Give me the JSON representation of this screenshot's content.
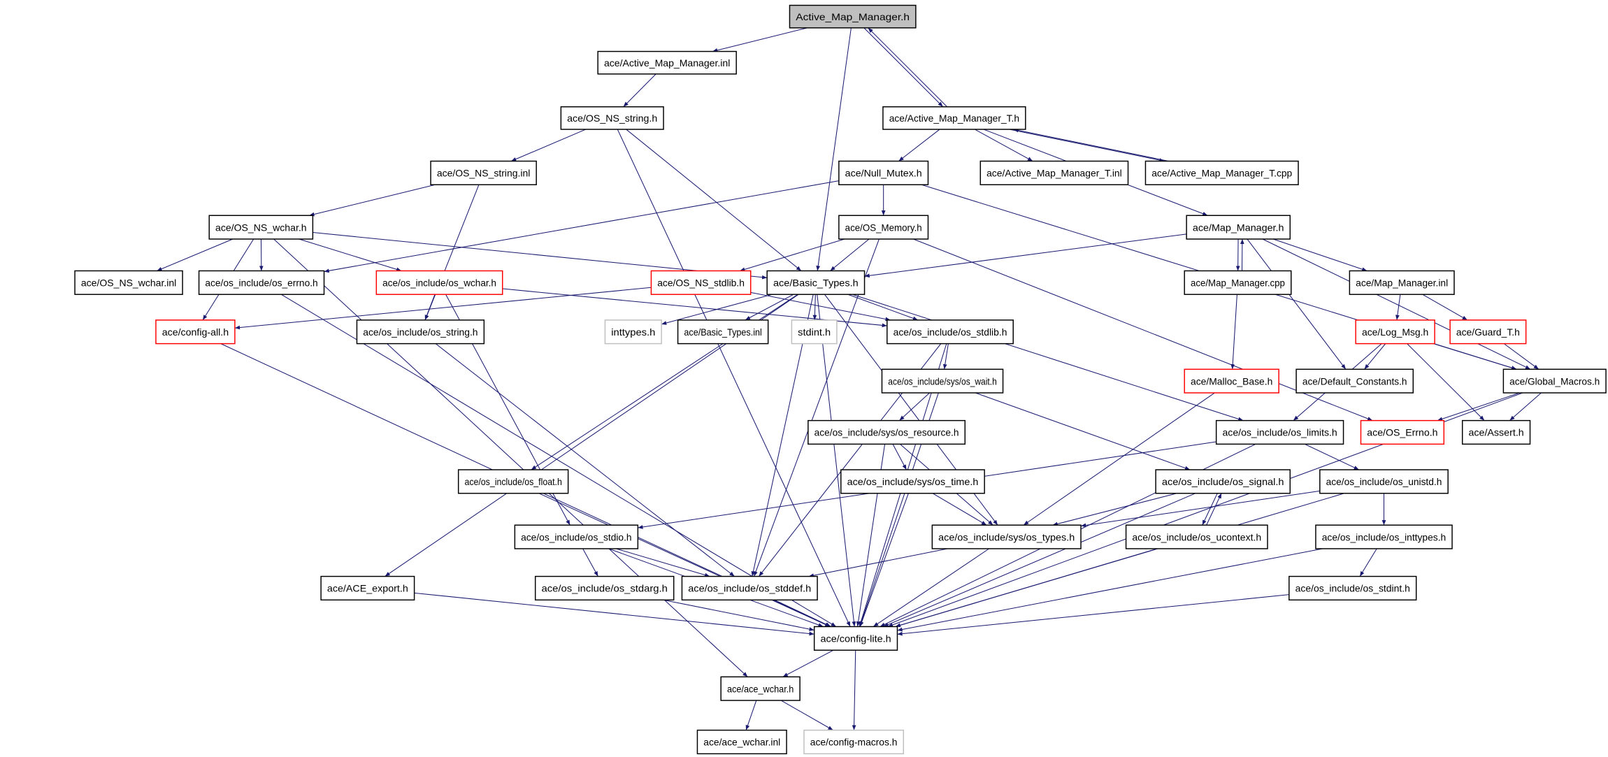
{
  "colors": {
    "edge": "#191970",
    "root_fill": "#bfbfbf",
    "incomplete_border": "#ff0000",
    "external_border": "#bfbfbf"
  },
  "graph": {
    "nodes": [
      {
        "id": "amm_h",
        "label": "Active_Map_Manager.h",
        "kind": "root"
      },
      {
        "id": "amm_inl",
        "label": "ace/Active_Map_Manager.inl",
        "kind": "normal"
      },
      {
        "id": "ns_string_h",
        "label": "ace/OS_NS_string.h",
        "kind": "normal"
      },
      {
        "id": "ns_string_inl",
        "label": "ace/OS_NS_string.inl",
        "kind": "normal"
      },
      {
        "id": "ns_wchar_h",
        "label": "ace/OS_NS_wchar.h",
        "kind": "normal"
      },
      {
        "id": "ns_wchar_inl",
        "label": "ace/OS_NS_wchar.inl",
        "kind": "normal"
      },
      {
        "id": "os_errno",
        "label": "ace/os_include/os_errno.h",
        "kind": "normal"
      },
      {
        "id": "os_wchar",
        "label": "ace/os_include/os_wchar.h",
        "kind": "red"
      },
      {
        "id": "ns_stdlib",
        "label": "ace/OS_NS_stdlib.h",
        "kind": "red"
      },
      {
        "id": "basic_types",
        "label": "ace/Basic_Types.h",
        "kind": "normal"
      },
      {
        "id": "config_all",
        "label": "ace/config-all.h",
        "kind": "red"
      },
      {
        "id": "os_string",
        "label": "ace/os_include/os_string.h",
        "kind": "normal"
      },
      {
        "id": "inttypes",
        "label": "inttypes.h",
        "kind": "gray"
      },
      {
        "id": "basic_types_inl",
        "label": "ace/Basic_Types.inl",
        "kind": "normal"
      },
      {
        "id": "stdint",
        "label": "stdint.h",
        "kind": "gray"
      },
      {
        "id": "os_stdlib",
        "label": "ace/os_include/os_stdlib.h",
        "kind": "normal"
      },
      {
        "id": "amm_t_h",
        "label": "ace/Active_Map_Manager_T.h",
        "kind": "normal"
      },
      {
        "id": "null_mutex",
        "label": "ace/Null_Mutex.h",
        "kind": "normal"
      },
      {
        "id": "amm_t_inl",
        "label": "ace/Active_Map_Manager_T.inl",
        "kind": "normal"
      },
      {
        "id": "amm_t_cpp",
        "label": "ace/Active_Map_Manager_T.cpp",
        "kind": "normal"
      },
      {
        "id": "os_memory",
        "label": "ace/OS_Memory.h",
        "kind": "normal"
      },
      {
        "id": "map_h",
        "label": "ace/Map_Manager.h",
        "kind": "normal"
      },
      {
        "id": "map_cpp",
        "label": "ace/Map_Manager.cpp",
        "kind": "normal"
      },
      {
        "id": "map_inl",
        "label": "ace/Map_Manager.inl",
        "kind": "normal"
      },
      {
        "id": "log_msg",
        "label": "ace/Log_Msg.h",
        "kind": "red"
      },
      {
        "id": "guard_t",
        "label": "ace/Guard_T.h",
        "kind": "red"
      },
      {
        "id": "malloc_base",
        "label": "ace/Malloc_Base.h",
        "kind": "red"
      },
      {
        "id": "default_constants",
        "label": "ace/Default_Constants.h",
        "kind": "normal"
      },
      {
        "id": "global_macros",
        "label": "ace/Global_Macros.h",
        "kind": "normal"
      },
      {
        "id": "os_wait",
        "label": "ace/os_include/sys/os_wait.h",
        "kind": "normal"
      },
      {
        "id": "os_resource",
        "label": "ace/os_include/sys/os_resource.h",
        "kind": "normal"
      },
      {
        "id": "os_limits",
        "label": "ace/os_include/os_limits.h",
        "kind": "normal"
      },
      {
        "id": "os_errno_ace",
        "label": "ace/OS_Errno.h",
        "kind": "red"
      },
      {
        "id": "assert",
        "label": "ace/Assert.h",
        "kind": "normal"
      },
      {
        "id": "os_float",
        "label": "ace/os_include/os_float.h",
        "kind": "normal"
      },
      {
        "id": "os_time",
        "label": "ace/os_include/sys/os_time.h",
        "kind": "normal"
      },
      {
        "id": "os_signal",
        "label": "ace/os_include/os_signal.h",
        "kind": "normal"
      },
      {
        "id": "os_unistd",
        "label": "ace/os_include/os_unistd.h",
        "kind": "normal"
      },
      {
        "id": "os_stdio",
        "label": "ace/os_include/os_stdio.h",
        "kind": "normal"
      },
      {
        "id": "os_types",
        "label": "ace/os_include/sys/os_types.h",
        "kind": "normal"
      },
      {
        "id": "os_ucontext",
        "label": "ace/os_include/os_ucontext.h",
        "kind": "normal"
      },
      {
        "id": "os_inttypes",
        "label": "ace/os_include/os_inttypes.h",
        "kind": "normal"
      },
      {
        "id": "ace_export",
        "label": "ace/ACE_export.h",
        "kind": "normal"
      },
      {
        "id": "os_stdarg",
        "label": "ace/os_include/os_stdarg.h",
        "kind": "normal"
      },
      {
        "id": "os_stddef",
        "label": "ace/os_include/os_stddef.h",
        "kind": "normal"
      },
      {
        "id": "os_stdint",
        "label": "ace/os_include/os_stdint.h",
        "kind": "normal"
      },
      {
        "id": "config_lite",
        "label": "ace/config-lite.h",
        "kind": "normal"
      },
      {
        "id": "ace_wchar_h",
        "label": "ace/ace_wchar.h",
        "kind": "normal"
      },
      {
        "id": "ace_wchar_inl",
        "label": "ace/ace_wchar.inl",
        "kind": "normal"
      },
      {
        "id": "config_macros",
        "label": "ace/config-macros.h",
        "kind": "gray"
      }
    ],
    "edges": [
      [
        "amm_h",
        "amm_inl"
      ],
      [
        "amm_h",
        "basic_types"
      ],
      [
        "amm_h",
        "amm_t_h"
      ],
      [
        "amm_t_h",
        "amm_h"
      ],
      [
        "amm_t_h",
        "null_mutex"
      ],
      [
        "amm_t_h",
        "amm_t_inl"
      ],
      [
        "amm_t_h",
        "amm_t_cpp"
      ],
      [
        "amm_t_h",
        "map_h"
      ],
      [
        "amm_t_cpp",
        "amm_t_h"
      ],
      [
        "amm_inl",
        "ns_string_h"
      ],
      [
        "ns_string_h",
        "ns_string_inl"
      ],
      [
        "ns_string_h",
        "basic_types"
      ],
      [
        "ns_string_h",
        "config_lite"
      ],
      [
        "ns_string_inl",
        "ns_wchar_h"
      ],
      [
        "ns_string_inl",
        "os_string"
      ],
      [
        "ns_wchar_h",
        "ns_wchar_inl"
      ],
      [
        "ns_wchar_h",
        "os_errno"
      ],
      [
        "ns_wchar_h",
        "os_wchar"
      ],
      [
        "ns_wchar_h",
        "basic_types"
      ],
      [
        "ns_wchar_h",
        "config_all"
      ],
      [
        "ns_wchar_h",
        "ace_wchar_h"
      ],
      [
        "null_mutex",
        "os_memory"
      ],
      [
        "null_mutex",
        "os_errno"
      ],
      [
        "null_mutex",
        "global_macros"
      ],
      [
        "os_memory",
        "ns_stdlib"
      ],
      [
        "os_memory",
        "basic_types"
      ],
      [
        "os_memory",
        "os_stddef"
      ],
      [
        "os_memory",
        "os_errno_ace"
      ],
      [
        "map_h",
        "basic_types"
      ],
      [
        "map_h",
        "map_cpp"
      ],
      [
        "map_h",
        "map_inl"
      ],
      [
        "map_h",
        "default_constants"
      ],
      [
        "map_h",
        "global_macros"
      ],
      [
        "map_cpp",
        "map_h"
      ],
      [
        "map_cpp",
        "malloc_base"
      ],
      [
        "map_inl",
        "log_msg"
      ],
      [
        "map_inl",
        "guard_t"
      ],
      [
        "log_msg",
        "default_constants"
      ],
      [
        "log_msg",
        "global_macros"
      ],
      [
        "log_msg",
        "assert"
      ],
      [
        "log_msg",
        "os_limits"
      ],
      [
        "guard_t",
        "global_macros"
      ],
      [
        "global_macros",
        "os_errno_ace"
      ],
      [
        "global_macros",
        "assert"
      ],
      [
        "global_macros",
        "config_lite"
      ],
      [
        "os_wchar",
        "os_string"
      ],
      [
        "os_wchar",
        "os_stdlib"
      ],
      [
        "os_wchar",
        "os_stdio"
      ],
      [
        "ns_stdlib",
        "config_all"
      ],
      [
        "ns_stdlib",
        "os_stdlib"
      ],
      [
        "basic_types",
        "inttypes"
      ],
      [
        "basic_types",
        "basic_types_inl"
      ],
      [
        "basic_types",
        "stdint"
      ],
      [
        "basic_types",
        "os_stdlib"
      ],
      [
        "basic_types",
        "os_limits"
      ],
      [
        "basic_types",
        "os_float"
      ],
      [
        "basic_types",
        "ace_export"
      ],
      [
        "basic_types",
        "config_lite"
      ],
      [
        "basic_types",
        "os_stddef"
      ],
      [
        "basic_types",
        "os_types"
      ],
      [
        "config_all",
        "config_lite"
      ],
      [
        "os_errno",
        "config_lite"
      ],
      [
        "os_string",
        "os_stddef"
      ],
      [
        "os_stdlib",
        "os_wait"
      ],
      [
        "os_stdlib",
        "os_stddef"
      ],
      [
        "os_stdlib",
        "config_lite"
      ],
      [
        "os_wait",
        "os_resource"
      ],
      [
        "os_wait",
        "os_signal"
      ],
      [
        "os_wait",
        "config_lite"
      ],
      [
        "os_resource",
        "os_time"
      ],
      [
        "os_resource",
        "os_types"
      ],
      [
        "os_resource",
        "config_lite"
      ],
      [
        "os_time",
        "os_types"
      ],
      [
        "os_time",
        "config_lite"
      ],
      [
        "malloc_base",
        "os_types"
      ],
      [
        "os_limits",
        "os_unistd"
      ],
      [
        "os_limits",
        "os_stdio"
      ],
      [
        "os_limits",
        "config_lite"
      ],
      [
        "os_signal",
        "os_types"
      ],
      [
        "os_signal",
        "os_ucontext"
      ],
      [
        "os_signal",
        "config_lite"
      ],
      [
        "os_ucontext",
        "os_signal"
      ],
      [
        "os_ucontext",
        "config_lite"
      ],
      [
        "os_unistd",
        "os_types"
      ],
      [
        "os_unistd",
        "os_inttypes"
      ],
      [
        "os_unistd",
        "config_lite"
      ],
      [
        "os_inttypes",
        "os_stdint"
      ],
      [
        "os_inttypes",
        "config_lite"
      ],
      [
        "os_stdint",
        "config_lite"
      ],
      [
        "os_float",
        "config_lite"
      ],
      [
        "os_stdio",
        "os_stdarg"
      ],
      [
        "os_stdio",
        "os_stddef"
      ],
      [
        "os_stdio",
        "config_lite"
      ],
      [
        "os_types",
        "os_stddef"
      ],
      [
        "os_types",
        "config_lite"
      ],
      [
        "ace_export",
        "config_lite"
      ],
      [
        "os_stdarg",
        "config_lite"
      ],
      [
        "os_stddef",
        "config_lite"
      ],
      [
        "config_lite",
        "ace_wchar_h"
      ],
      [
        "config_lite",
        "config_macros"
      ],
      [
        "ace_wchar_h",
        "ace_wchar_inl"
      ],
      [
        "ace_wchar_h",
        "config_macros"
      ]
    ]
  }
}
